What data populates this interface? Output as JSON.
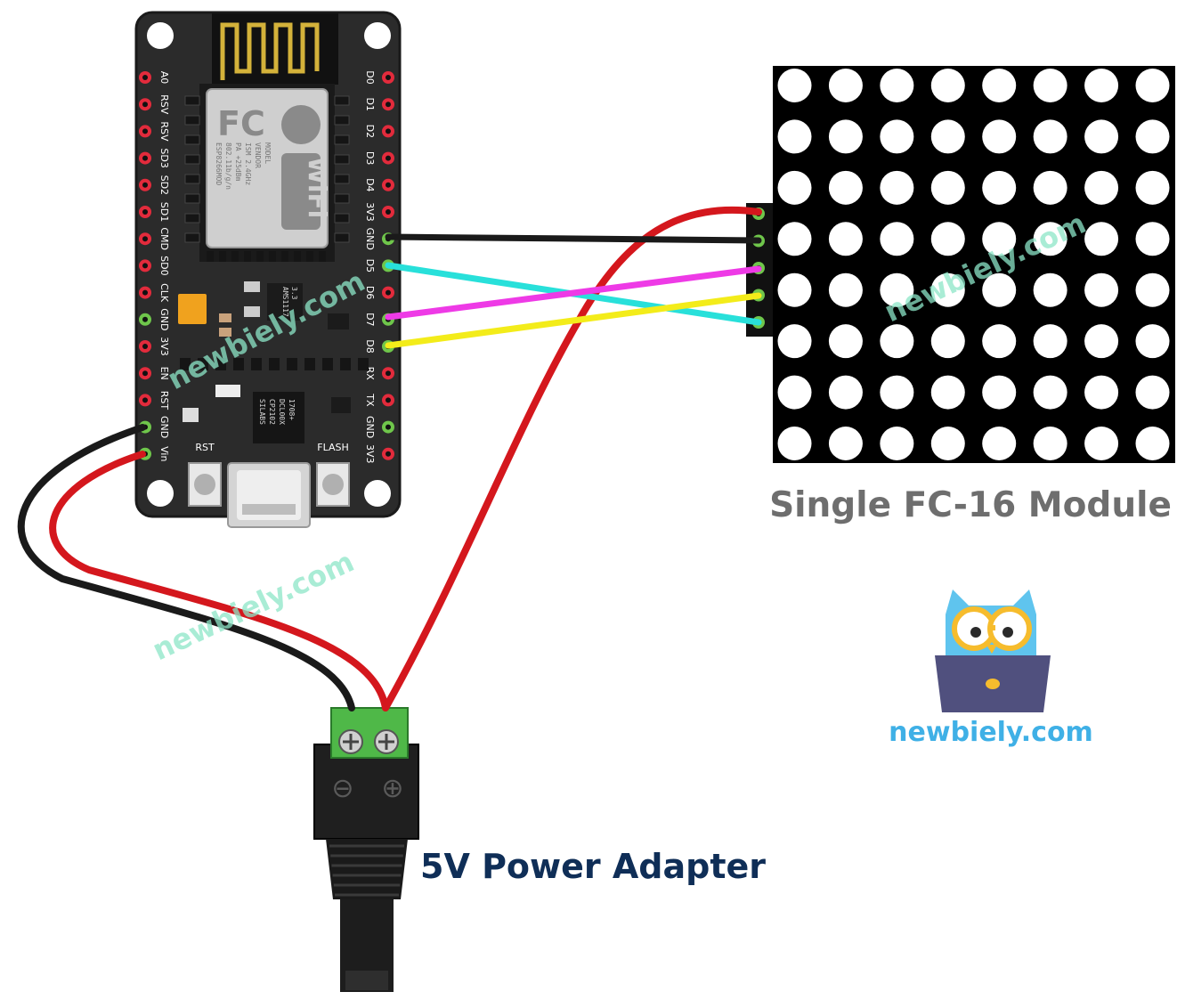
{
  "board": {
    "left_pins": [
      "A0",
      "RSV",
      "RSV",
      "SD3",
      "SD2",
      "SD1",
      "CMD",
      "SD0",
      "CLK",
      "GND",
      "3V3",
      "EN",
      "RST",
      "GND",
      "Vin"
    ],
    "right_pins": [
      "D0",
      "D1",
      "D2",
      "D3",
      "D4",
      "3V3",
      "GND",
      "D5",
      "D6",
      "D7",
      "D8",
      "RX",
      "TX",
      "GND",
      "3V3"
    ],
    "rst_label": "RST",
    "flash_label": "FLASH",
    "module_lines": [
      "MODEL",
      "VENDOR",
      "ISM 2.4GHz",
      "PA +25dBm",
      "802.11b/g/n"
    ],
    "module_model": "ESP8266MOD",
    "fc_mark": "FC",
    "wifi_mark": "WiFi",
    "chip_lines": [
      "SILABS",
      "CP2102",
      "DCL00X",
      "1708+"
    ],
    "regulator_lines": [
      "AMS1117",
      "3.3"
    ]
  },
  "matrix": {
    "rows": 8,
    "cols": 8,
    "label": "Single FC-16 Module"
  },
  "adapter": {
    "label": "5V Power Adapter",
    "minus": "⊖",
    "plus": "⊕"
  },
  "watermarks": [
    "newbiely.com",
    "newbiely.com",
    "newbiely.com"
  ],
  "brand": "newbiely.com",
  "colors": {
    "board": "#2b2b2b",
    "pin_red": "#e22b3c",
    "pin_green": "#6fc64b",
    "wire_black": "#1a1a1a",
    "wire_red": "#d4171d",
    "wire_cyan": "#28e0da",
    "wire_magenta": "#ee3ae6",
    "wire_yellow": "#f3ec1a",
    "terminal_green": "#4fb848",
    "owl_blue": "#5fc4ee",
    "owl_yellow": "#f6bc2d",
    "laptop": "#50507e"
  }
}
